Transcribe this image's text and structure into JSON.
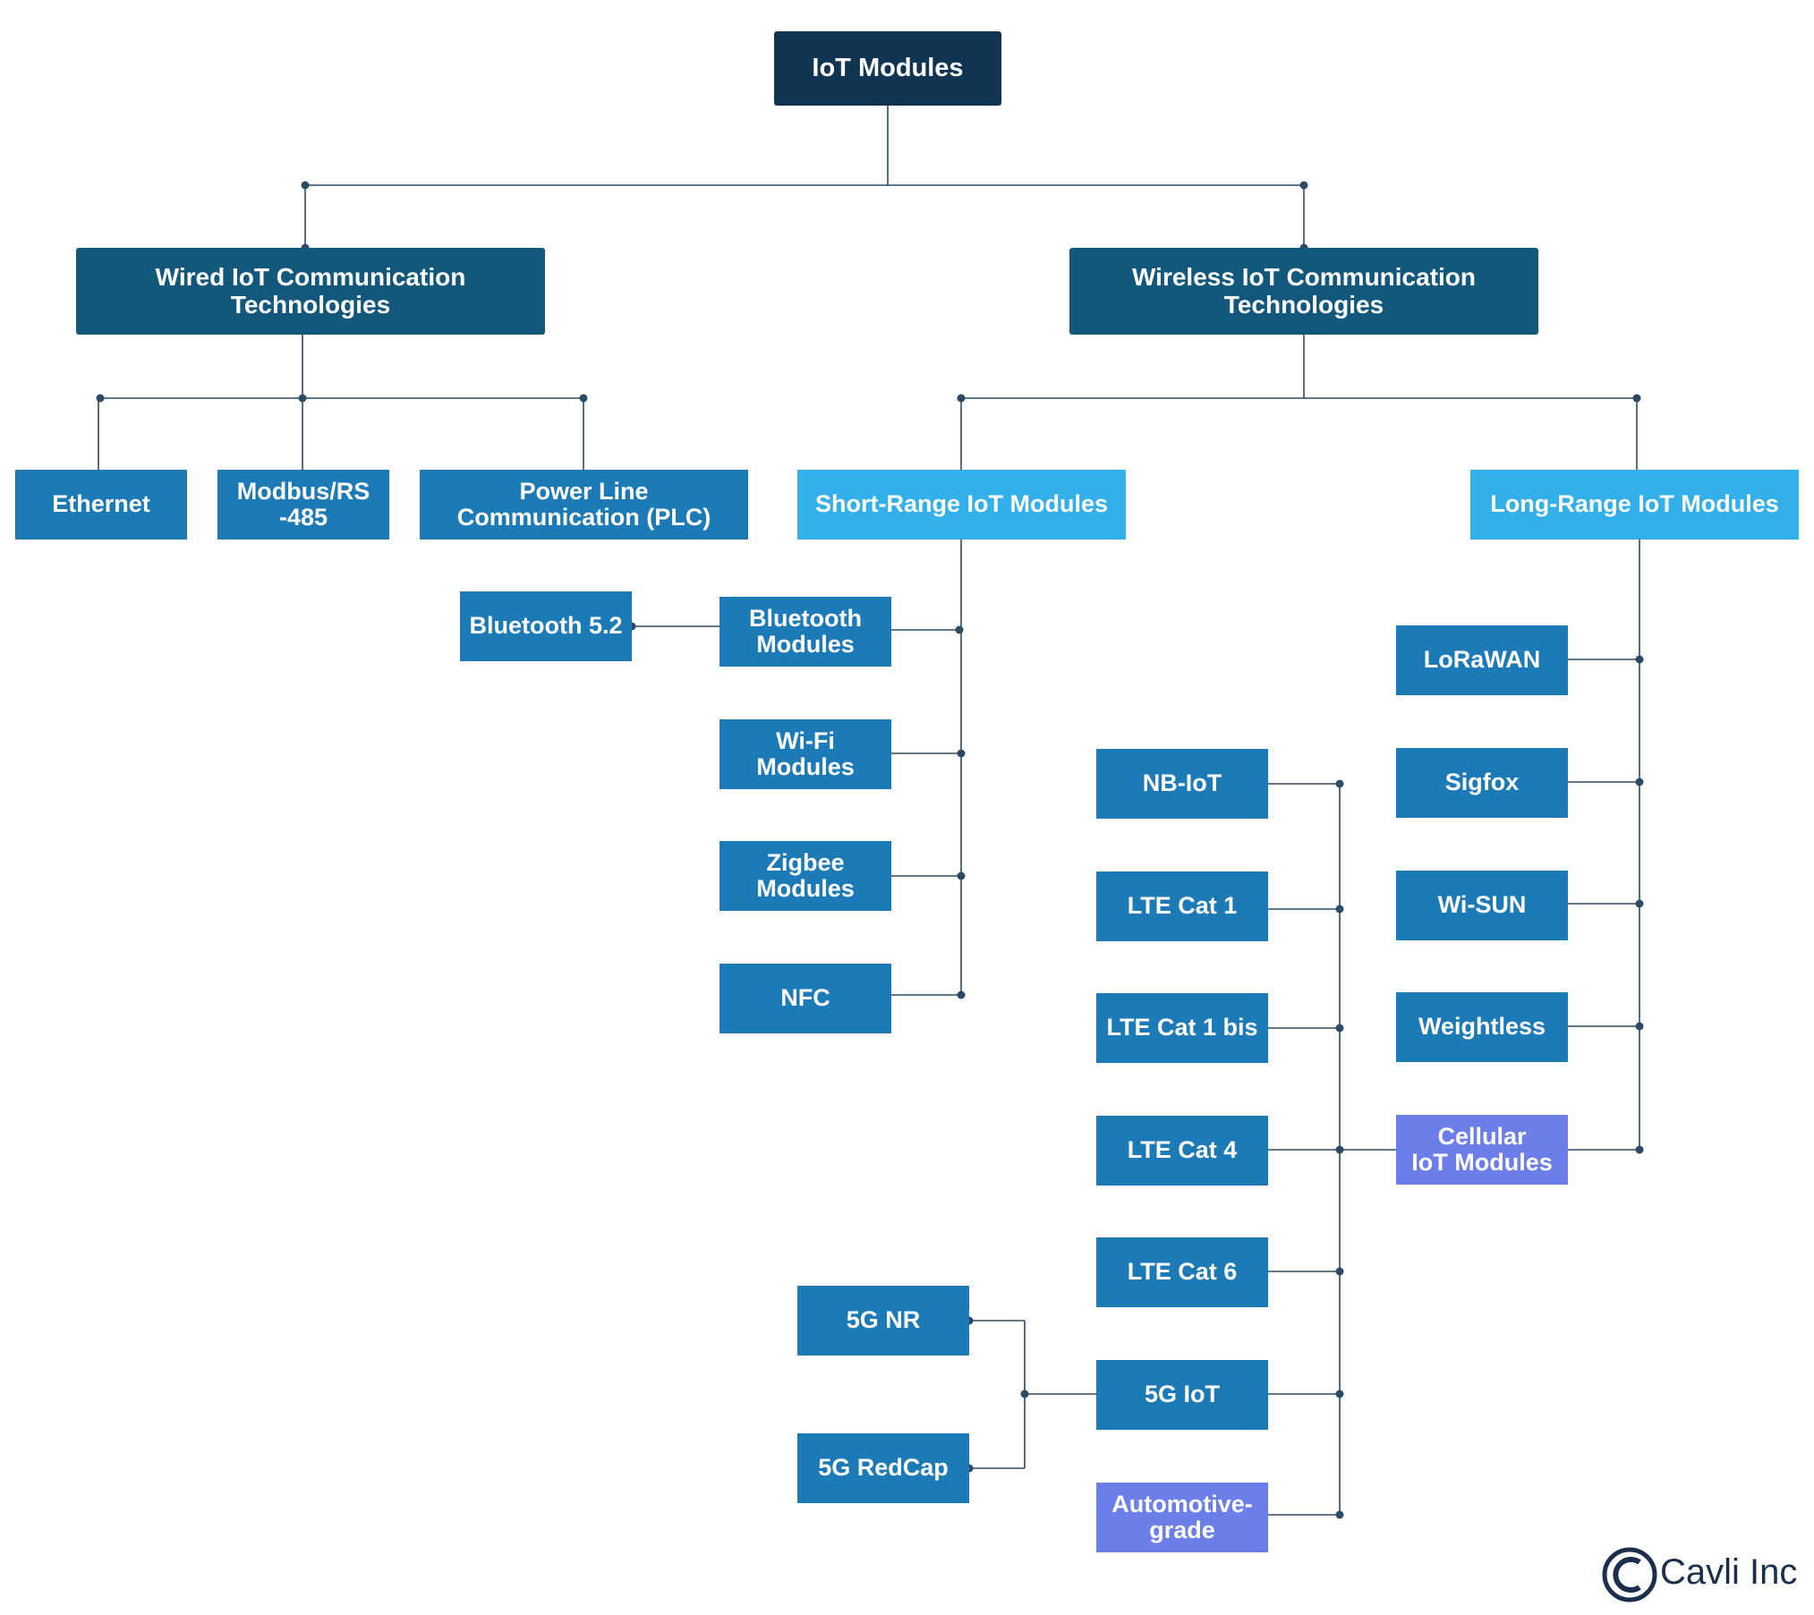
{
  "root": {
    "label": "IoT Modules"
  },
  "wired": {
    "label": "Wired IoT Communication\nTechnologies",
    "items": [
      "Ethernet",
      "Modbus/RS\n-485",
      "Power Line\nCommunication (PLC)"
    ]
  },
  "wireless": {
    "label": "Wireless IoT Communication\nTechnologies",
    "short_range": {
      "label": "Short-Range IoT Modules",
      "items": [
        "Bluetooth\nModules",
        "Wi-Fi Modules",
        "Zigbee\nModules",
        "NFC"
      ],
      "bluetooth_child": "Bluetooth 5.2"
    },
    "long_range": {
      "label": "Long-Range IoT Modules",
      "items": [
        "LoRaWAN",
        "Sigfox",
        "Wi-SUN",
        "Weightless"
      ],
      "cellular": "Cellular\nIoT Modules"
    },
    "cellular_items": [
      "NB-IoT",
      "LTE Cat 1",
      "LTE Cat 1 bis",
      "LTE Cat 4",
      "LTE Cat 6",
      "5G IoT",
      "Automotive-\ngrade"
    ],
    "fiveg_children": [
      "5G NR",
      "5G RedCap"
    ]
  },
  "brand": {
    "name": "Cavli Inc"
  },
  "colors": {
    "root": "#0f3552",
    "category": "#12587d",
    "leaf": "#1c7ab6",
    "range": "#33b0ea",
    "cellular": "#6c7ee9",
    "line": "#2c4a63"
  }
}
